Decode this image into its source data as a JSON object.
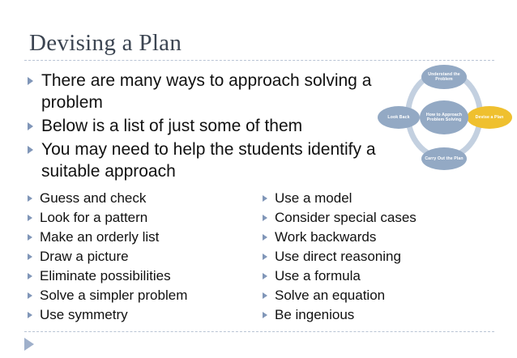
{
  "slide": {
    "title": "Devising a Plan",
    "bullet_color": "#8096b8",
    "title_color": "#3c4552",
    "rule_color": "#b9c4d4"
  },
  "main_bullets": [
    {
      "text": "There are many ways to approach solving a problem"
    },
    {
      "text": "Below is a list of just some of them"
    },
    {
      "text": "You may need to help the students identify a suitable approach"
    }
  ],
  "strategies": {
    "left_column": [
      {
        "text": "Guess and check"
      },
      {
        "text": "Look for a pattern"
      },
      {
        "text": "Make an orderly list"
      },
      {
        "text": "Draw a picture"
      },
      {
        "text": "Eliminate possibilities"
      },
      {
        "text": "Solve a simpler problem"
      },
      {
        "text": "Use symmetry"
      }
    ],
    "right_column": [
      {
        "text": "Use a model"
      },
      {
        "text": "Consider special cases"
      },
      {
        "text": "Work backwards"
      },
      {
        "text": "Use direct reasoning"
      },
      {
        "text": "Use a formula"
      },
      {
        "text": "Solve an equation"
      },
      {
        "text": "Be ingenious"
      }
    ]
  },
  "diagram": {
    "type": "cycle",
    "center": {
      "label": "How to Approach Problem Solving",
      "color": "#93a9c4"
    },
    "ring_color": "#c3d0e0",
    "nodes": [
      {
        "position": "top",
        "label": "Understand the Problem",
        "color": "#93a9c4",
        "highlighted": false
      },
      {
        "position": "right",
        "label": "Devise a Plan",
        "color": "#efc02f",
        "highlighted": true
      },
      {
        "position": "bottom",
        "label": "Carry Out the Plan",
        "color": "#93a9c4",
        "highlighted": false
      },
      {
        "position": "left",
        "label": "Look Back",
        "color": "#93a9c4",
        "highlighted": false
      }
    ]
  },
  "footer": {
    "nav_icon": "play-triangle-icon"
  }
}
